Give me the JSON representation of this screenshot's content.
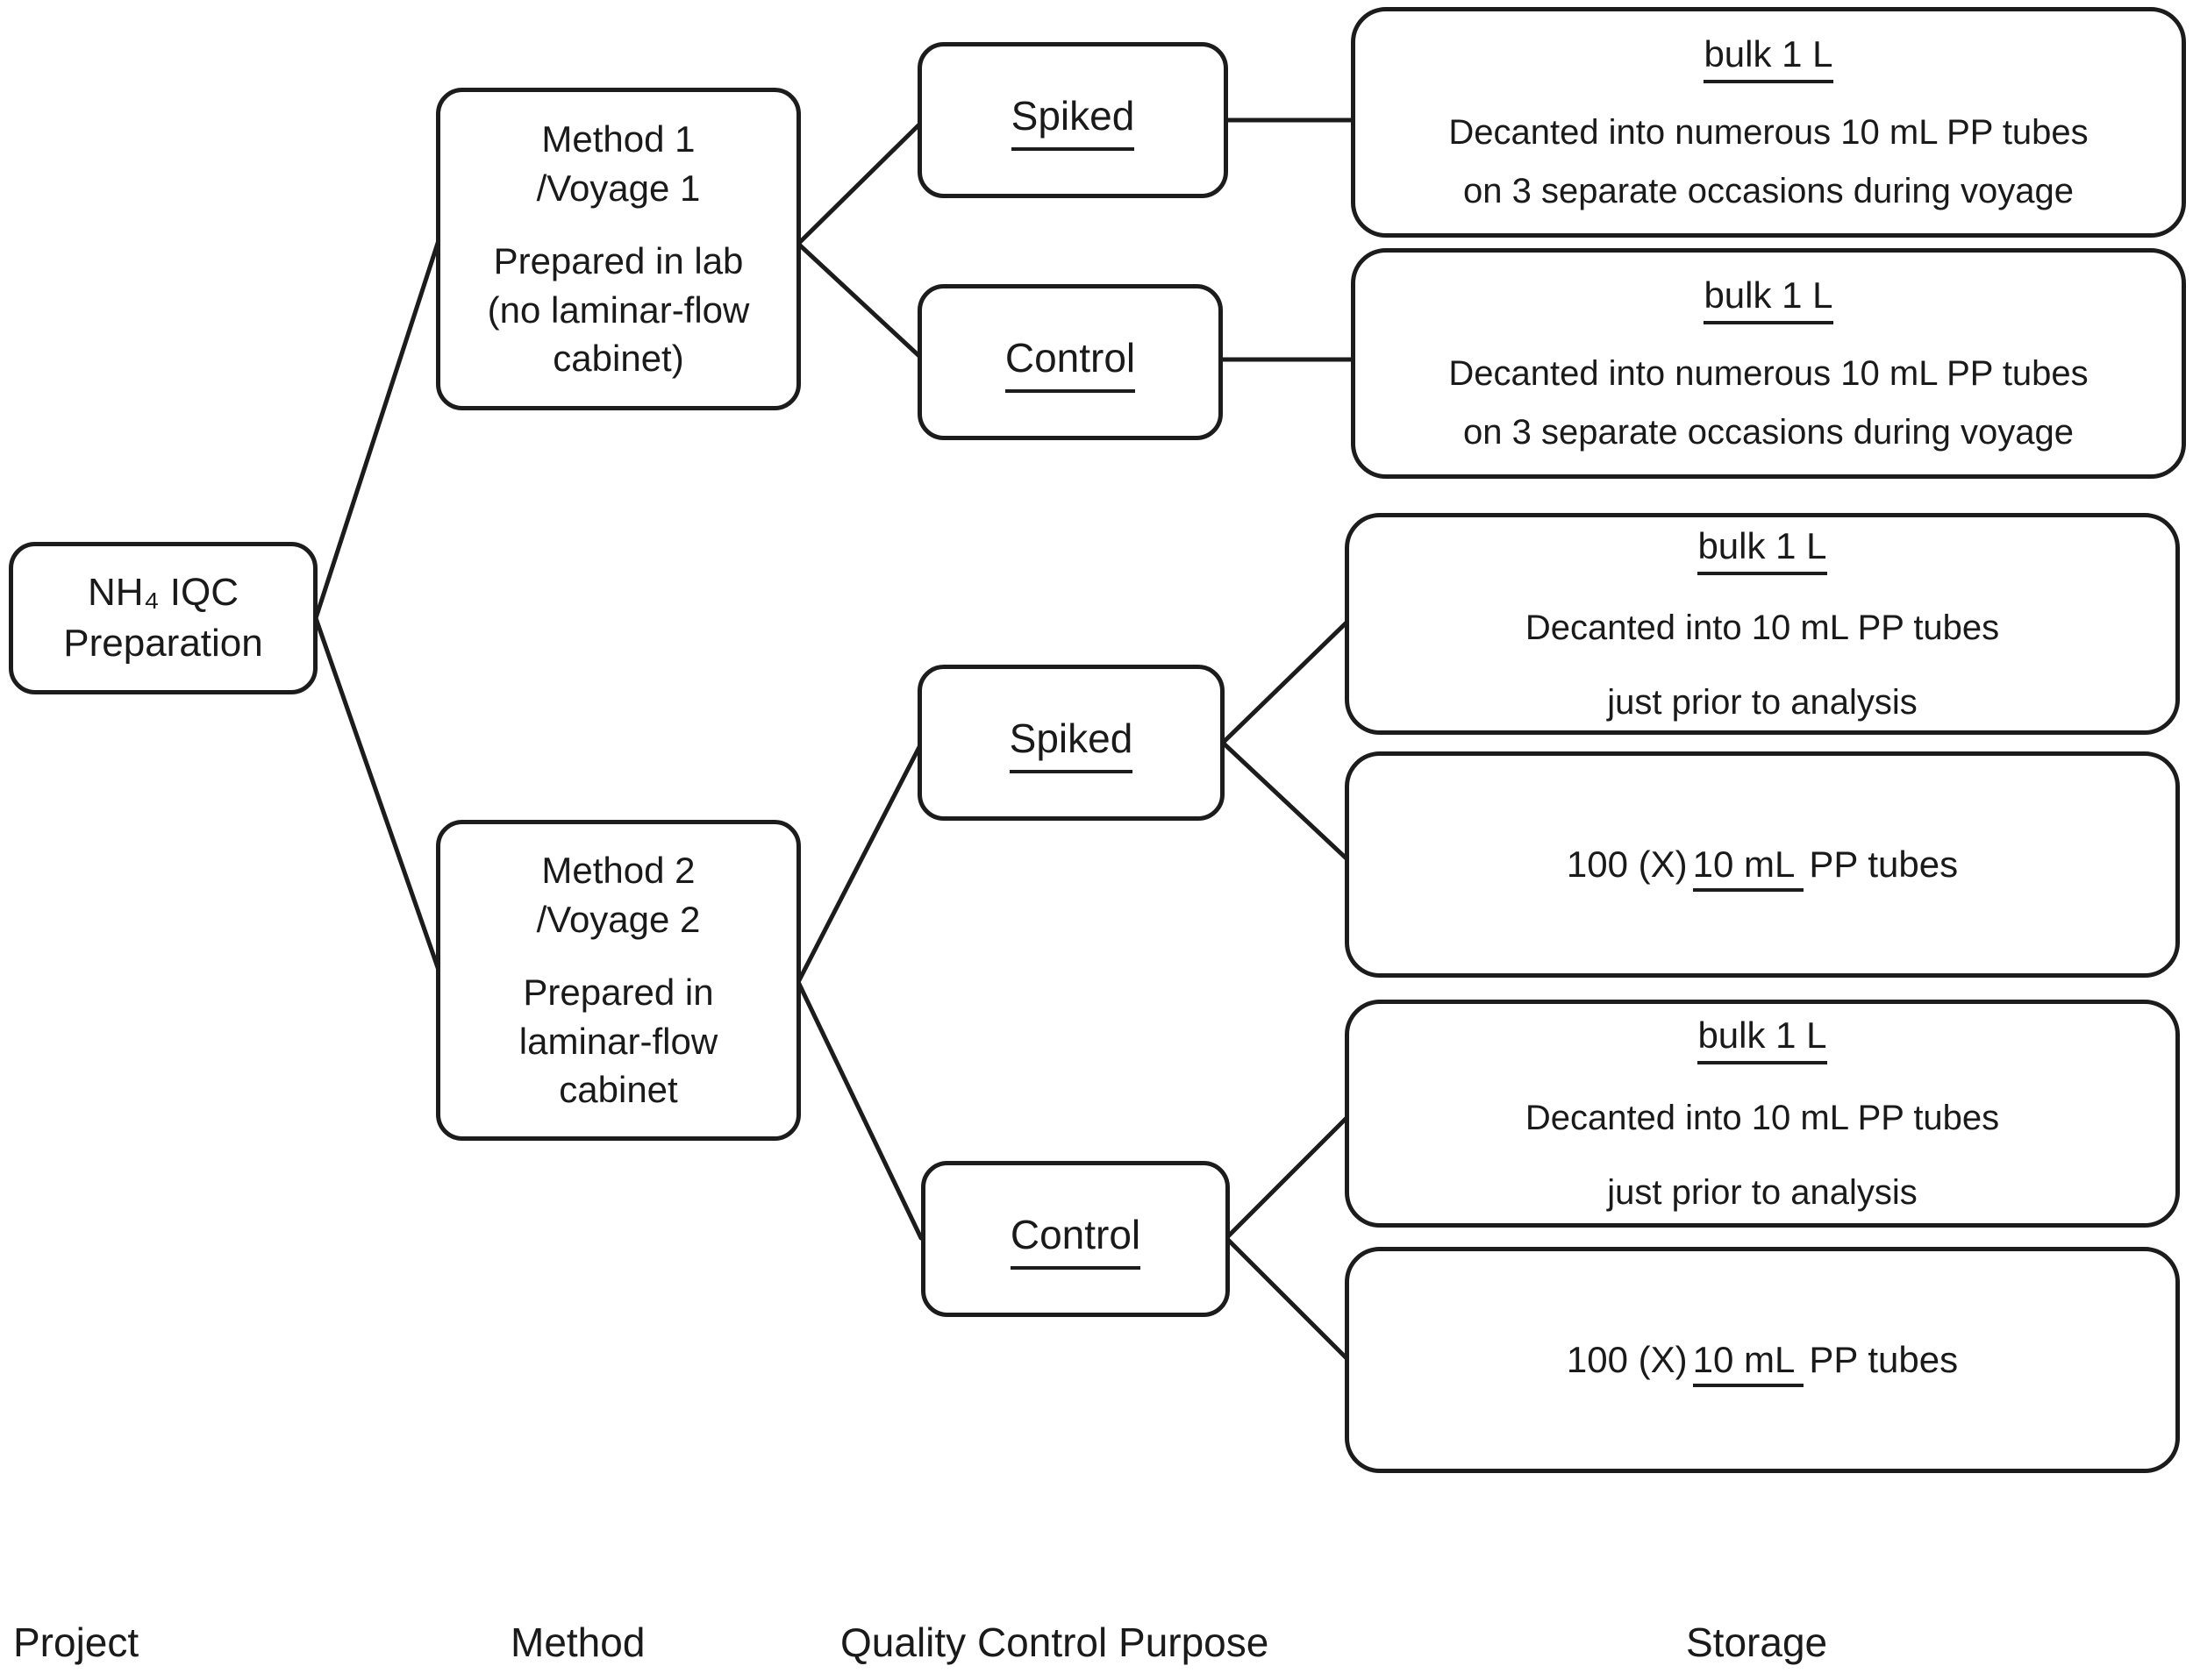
{
  "figure": {
    "background": "#ffffff",
    "stroke_color": "#1c1c1c",
    "type": "flowchart"
  },
  "nodes": {
    "project": {
      "line1": "NH₄ IQC",
      "line2": "Preparation"
    },
    "method1": {
      "title_lines": [
        "Method 1",
        "/Voyage 1"
      ],
      "body_lines": [
        "Prepared in lab",
        "(no laminar-flow",
        "cabinet)"
      ]
    },
    "method2": {
      "title_lines": [
        "Method 2",
        "/Voyage 2"
      ],
      "body_lines": [
        "Prepared in",
        "laminar-flow",
        "cabinet"
      ]
    },
    "qc1_spiked": {
      "label": "Spiked"
    },
    "qc1_control": {
      "label": "Control"
    },
    "qc2_spiked": {
      "label": "Spiked"
    },
    "qc2_control": {
      "label": "Control"
    },
    "storage1": {
      "title": "bulk 1 L",
      "lines": [
        "Decanted into numerous 10 mL PP tubes",
        "on 3 separate occasions during voyage"
      ]
    },
    "storage2": {
      "title": "bulk 1 L",
      "lines": [
        "Decanted into numerous 10 mL PP tubes",
        "on 3 separate occasions during voyage"
      ]
    },
    "storage3": {
      "title": "bulk 1 L",
      "lines": [
        "Decanted into 10 mL PP tubes",
        "just prior to analysis"
      ]
    },
    "storage4": {
      "prefix": "100 (X)",
      "underlined": "10 mL",
      "suffix": "PP tubes"
    },
    "storage5": {
      "title": "bulk 1 L",
      "lines": [
        "Decanted into 10 mL PP tubes",
        "just prior to analysis"
      ]
    },
    "storage6": {
      "prefix": "100 (X)",
      "underlined": "10 mL",
      "suffix": "PP tubes"
    }
  },
  "column_labels": {
    "project": "Project",
    "method": "Method",
    "qc": "Quality Control Purpose",
    "storage": "Storage"
  }
}
